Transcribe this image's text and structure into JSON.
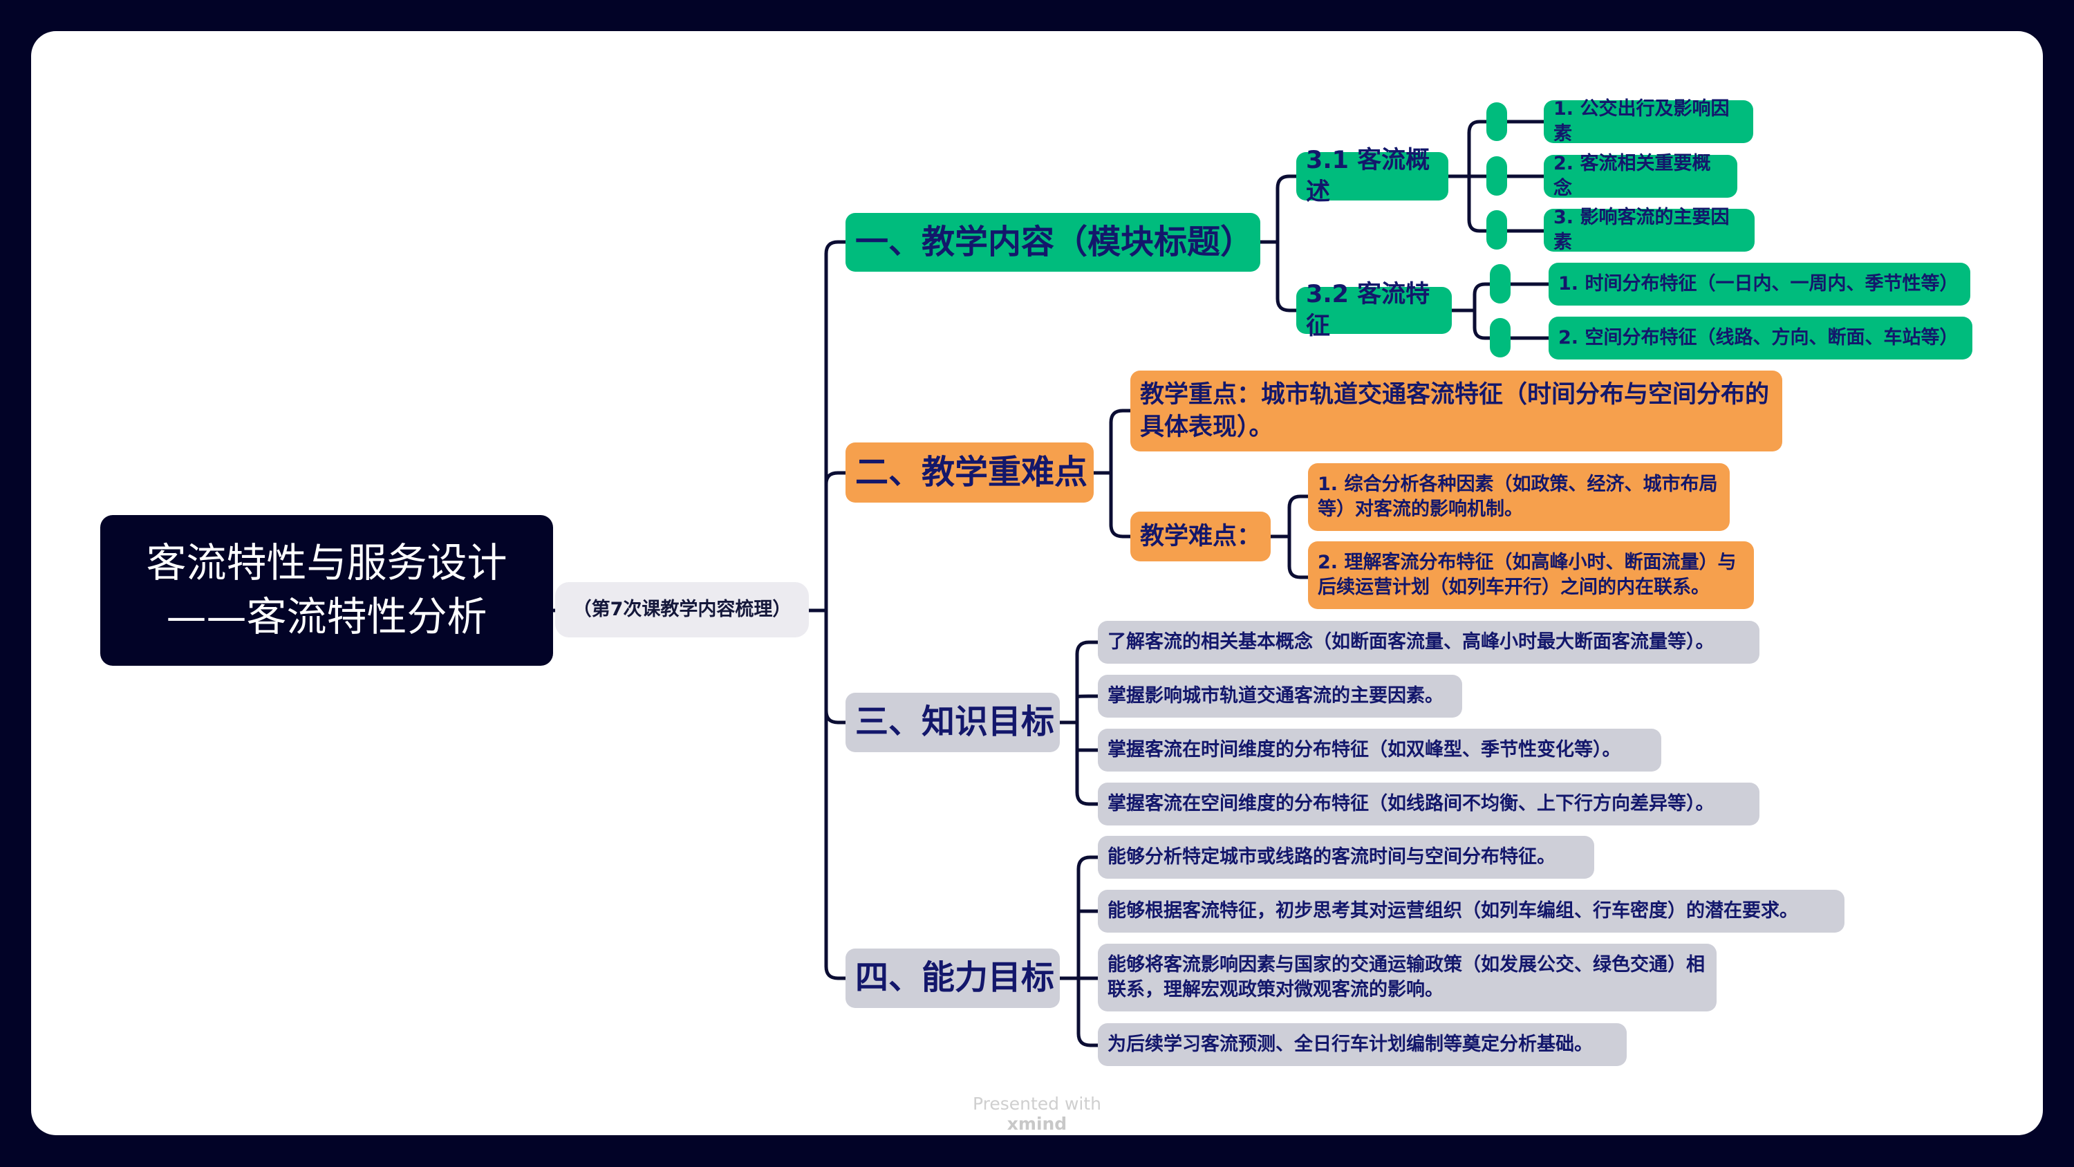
{
  "root": {
    "title_line1": "客流特性与服务设计",
    "title_line2": "——客流特性分析"
  },
  "subtitle": "（第7次课教学内容梳理）",
  "branches": [
    {
      "label": "一、教学内容（模块标题）",
      "color": "#00bc7d",
      "children": [
        {
          "label": "3.1 客流概述",
          "items": [
            "1. 公交出行及影响因素",
            "2. 客流相关重要概念",
            "3. 影响客流的主要因素"
          ]
        },
        {
          "label": "3.2 客流特征",
          "items": [
            "1. 时间分布特征（一日内、一周内、季节性等）",
            "2. 空间分布特征（线路、方向、断面、车站等）"
          ]
        }
      ]
    },
    {
      "label": "二、教学重难点",
      "color": "#f6a04d",
      "key_point": "教学重点：城市轨道交通客流特征（时间分布与空间分布的具体表现）。",
      "difficulty": {
        "label": "教学难点：",
        "items": [
          "1. 综合分析各种因素（如政策、经济、城市布局等）对客流的影响机制。",
          "2. 理解客流分布特征（如高峰小时、断面流量）与后续运营计划（如列车开行）之间的内在联系。"
        ]
      }
    },
    {
      "label": "三、知识目标",
      "color": "#cecfd8",
      "items": [
        "了解客流的相关基本概念（如断面客流量、高峰小时最大断面客流量等）。",
        "掌握影响城市轨道交通客流的主要因素。",
        "掌握客流在时间维度的分布特征（如双峰型、季节性变化等）。",
        "掌握客流在空间维度的分布特征（如线路间不均衡、上下行方向差异等）。"
      ]
    },
    {
      "label": "四、能力目标",
      "color": "#cecfd8",
      "items": [
        "能够分析特定城市或线路的客流时间与空间分布特征。",
        "能够根据客流特征，初步思考其对运营组织（如列车编组、行车密度）的潜在要求。",
        "能够将客流影响因素与国家的交通运输政策（如发展公交、绿色交通）相联系，理解宏观政策对微观客流的影响。",
        "为后续学习客流预测、全日行车计划编制等奠定分析基础。"
      ]
    }
  ],
  "footer": {
    "prefix": "Presented with ",
    "brand": "xmind"
  },
  "colors": {
    "frame": "#020327",
    "text": "#13176b",
    "line": "#0b0d33"
  }
}
